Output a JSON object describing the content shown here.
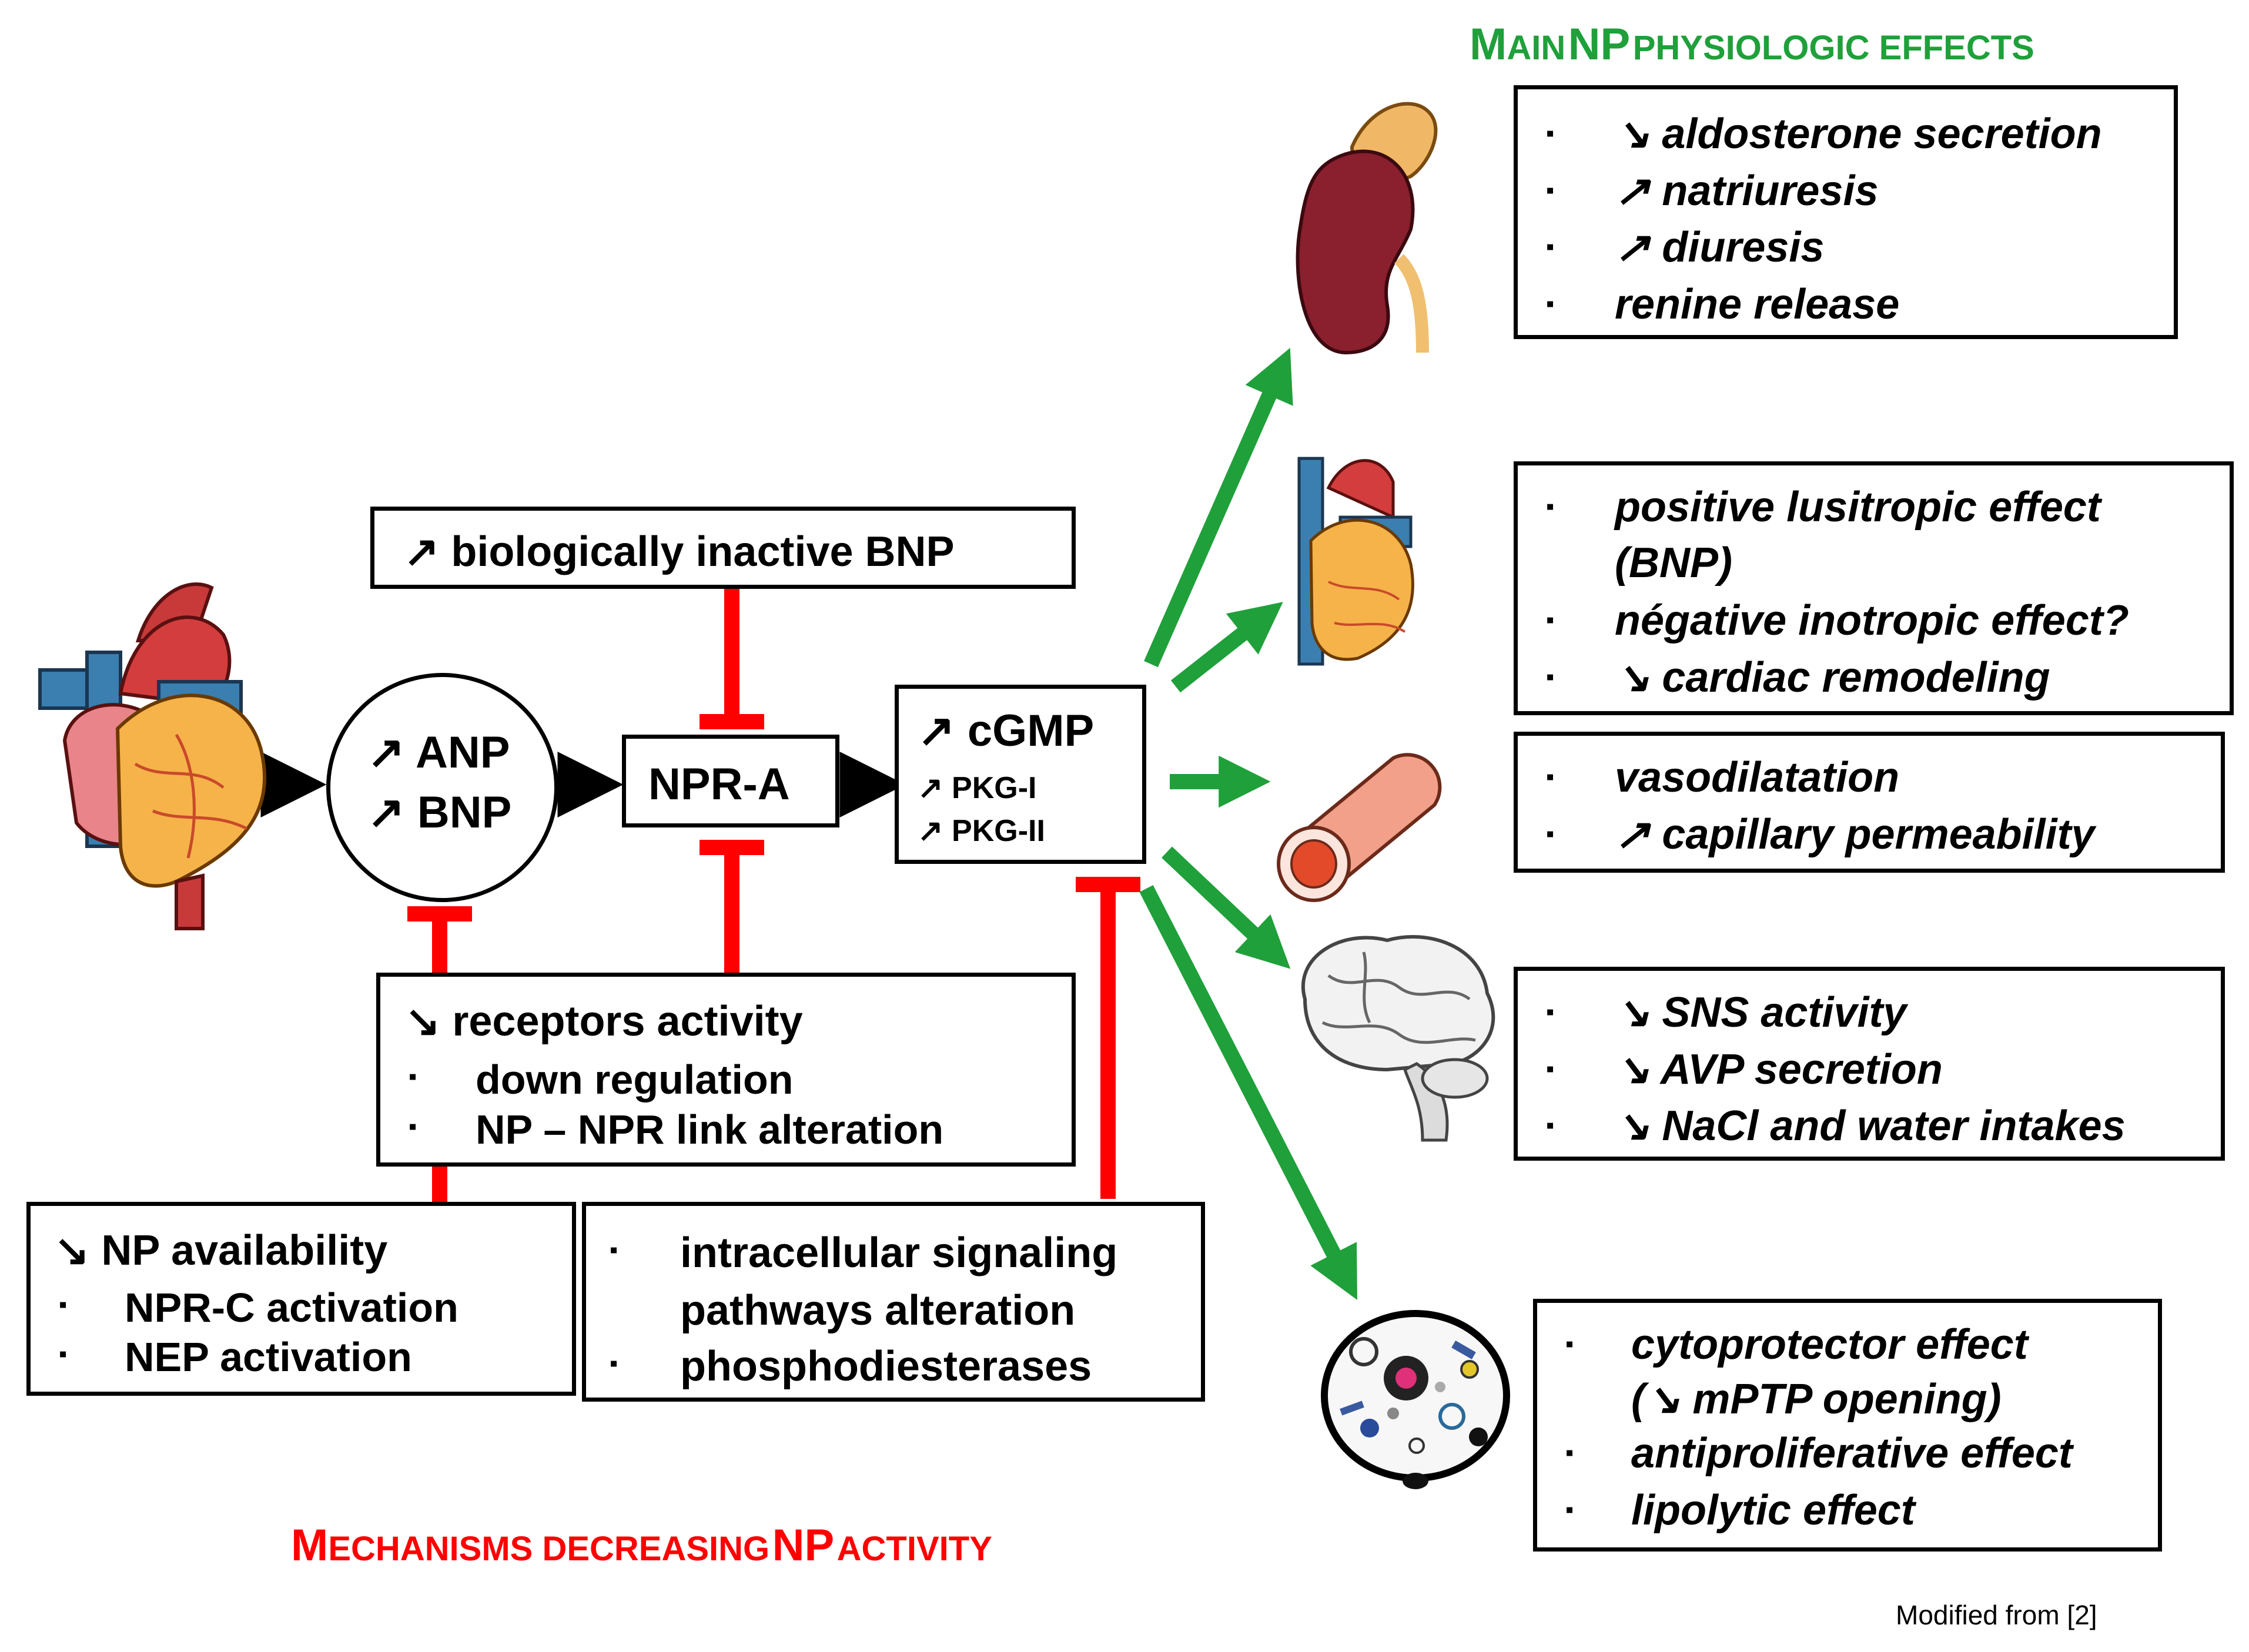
{
  "title_effects": {
    "first_big": "M",
    "first_rest": "AIN",
    "second_big": "NP",
    "rest": "PHYSIOLOGIC EFFECTS"
  },
  "title_mechanisms": {
    "first_big": "M",
    "first_rest": "ECHANISMS DECREASING",
    "second_big": "NP",
    "rest": "ACTIVITY"
  },
  "symbols": {
    "up": "↗",
    "down": "↘",
    "bullet": "▪"
  },
  "colors": {
    "inhibit": "#ff0000",
    "activate": "#1fa03a",
    "effects_title": "#1fa03a",
    "mechanisms_title": "#ff0000"
  },
  "pathway": {
    "anp": "ANP",
    "bnp": "BNP",
    "receptor": "NPR-A",
    "cgmp": "cGMP",
    "pkg1": "PKG-I",
    "pkg2": "PKG-II"
  },
  "inactive_bnp": "biologically inactive BNP",
  "receptors_box": {
    "heading": "receptors activity",
    "items": [
      "down regulation",
      "NP – NPR link alteration"
    ]
  },
  "availability_box": {
    "heading": "NP availability",
    "items": [
      "NPR-C activation",
      "NEP activation"
    ]
  },
  "signaling_box": {
    "item1_line1": "intracellular signaling",
    "item1_line2": "pathways alteration",
    "item2": "phosphodiesterases"
  },
  "effects": {
    "kidney": [
      "aldosterone secretion",
      "natriuresis",
      "diuresis",
      "renine release"
    ],
    "heart": {
      "item1_line1": "positive lusitropic effect",
      "item1_line2": "(BNP)",
      "item2": "négative inotropic effect?",
      "item3": "cardiac remodeling"
    },
    "vessel": [
      "vasodilatation",
      "capillary permeability"
    ],
    "brain": [
      "SNS activity",
      "AVP secretion",
      "NaCl and water intakes"
    ],
    "cell": {
      "item1_line1": "cytoprotector effect",
      "item1_line2": "mPTP opening)",
      "item1_paren": "(",
      "item2": "antiproliferative effect",
      "item3": "lipolytic effect"
    }
  },
  "icons": [
    "heart-illustration",
    "kidney-illustration",
    "small-heart-illustration",
    "blood-vessel-illustration",
    "brain-illustration",
    "cell-illustration"
  ],
  "footnote": "Modified from [2]"
}
